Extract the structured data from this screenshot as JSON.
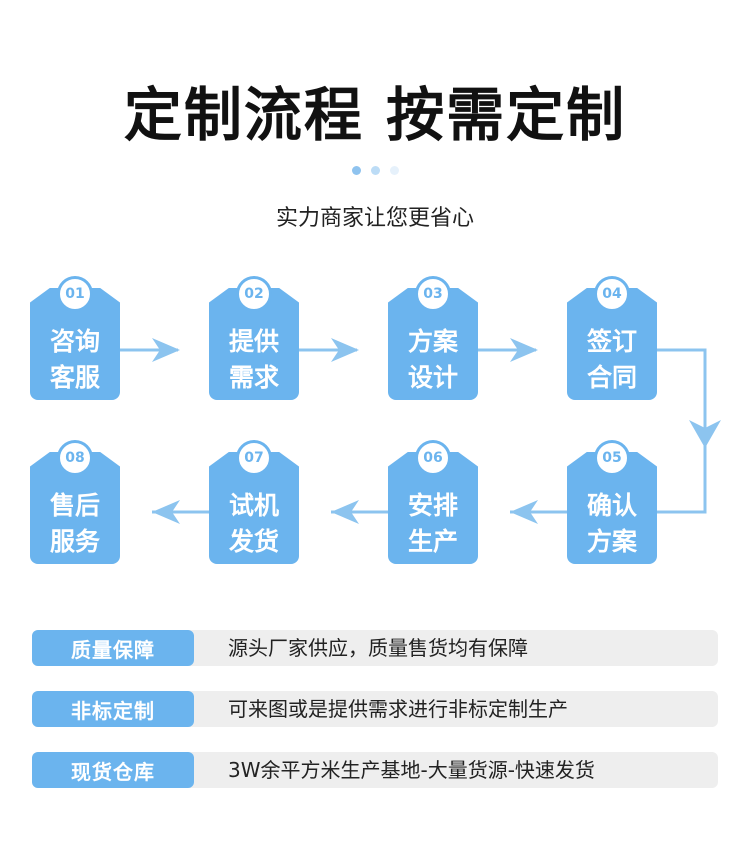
{
  "header": {
    "title": "定制流程  按需定制",
    "subtitle": "实力商家让您更省心",
    "dot_colors": [
      "#8fc3ef",
      "#bcdcf6",
      "#e6f1fb"
    ]
  },
  "steps": [
    {
      "num": "01",
      "line1": "咨询",
      "line2": "客服"
    },
    {
      "num": "02",
      "line1": "提供",
      "line2": "需求"
    },
    {
      "num": "03",
      "line1": "方案",
      "line2": "设计"
    },
    {
      "num": "04",
      "line1": "签订",
      "line2": "合同"
    },
    {
      "num": "05",
      "line1": "确认",
      "line2": "方案"
    },
    {
      "num": "06",
      "line1": "安排",
      "line2": "生产"
    },
    {
      "num": "07",
      "line1": "试机",
      "line2": "发货"
    },
    {
      "num": "08",
      "line1": "售后",
      "line2": "服务"
    }
  ],
  "features": [
    {
      "label": "质量保障",
      "text": "源头厂家供应，质量售货均有保障"
    },
    {
      "label": "非标定制",
      "text": "可来图或是提供需求进行非标定制生产"
    },
    {
      "label": "现货仓库",
      "text": "3W余平方米生产基地-大量货源-快速发货"
    }
  ],
  "colors": {
    "accent": "#6bb4ee",
    "row_bg": "#eeeeee"
  }
}
